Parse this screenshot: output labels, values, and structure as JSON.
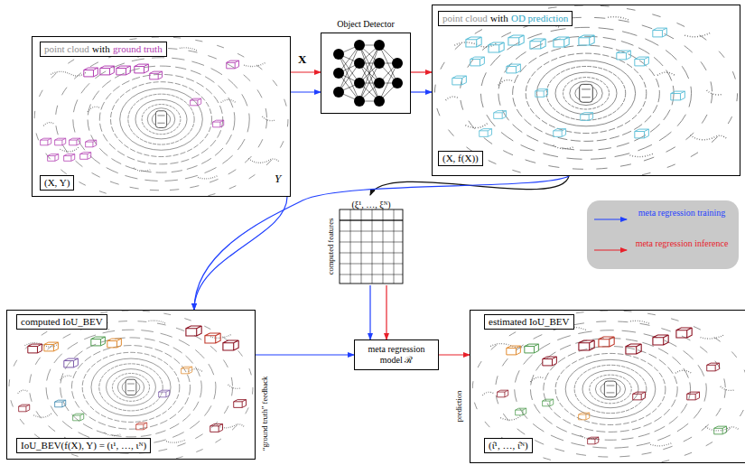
{
  "diagram": {
    "nodes": [
      {
        "text": [
          "point cloud",
          "with",
          "ground truth",
          "(X, Y)"
        ]
      },
      {
        "text": [
          "Object Detector"
        ]
      },
      {
        "text": [
          "point cloud",
          "with",
          "OD prediction",
          "(X, f(X))"
        ]
      },
      {
        "text": [
          "computed features",
          "(ξ¹, …, ξᴺ)"
        ]
      },
      {
        "text": [
          "computed IoU_BEV",
          "IoU_BEV(f(X), Y) = (ι¹, …, ιᴺ)"
        ]
      },
      {
        "text": [
          "meta regression model ℛ"
        ]
      },
      {
        "text": [
          "estimated IoU_BEV",
          "(ι̂¹, …, ι̂ᴺ)"
        ]
      }
    ],
    "edges": [
      {
        "from": 0,
        "to": 1,
        "arrow": "to"
      },
      {
        "from": 0,
        "to": 1,
        "arrow": "to"
      },
      {
        "from": 1,
        "to": 2,
        "arrow": "to"
      },
      {
        "from": 1,
        "to": 2,
        "arrow": "to"
      },
      {
        "from": 2,
        "to": 3,
        "arrow": "to"
      },
      {
        "from": 0,
        "to": 4,
        "arrow": "to"
      },
      {
        "from": 2,
        "to": 4,
        "arrow": "to"
      },
      {
        "from": 3,
        "to": 5,
        "arrow": "to"
      },
      {
        "from": 3,
        "to": 5,
        "arrow": "to"
      },
      {
        "from": 4,
        "to": 5,
        "label": "“ground truth” feedback",
        "arrow": "to"
      },
      {
        "from": 5,
        "to": 6,
        "label": "prediction",
        "arrow": "to"
      }
    ],
    "labels": [
      "X",
      "Y"
    ],
    "legend": [
      {
        "text": "meta regression training"
      },
      {
        "text": "meta regression inference"
      }
    ]
  }
}
